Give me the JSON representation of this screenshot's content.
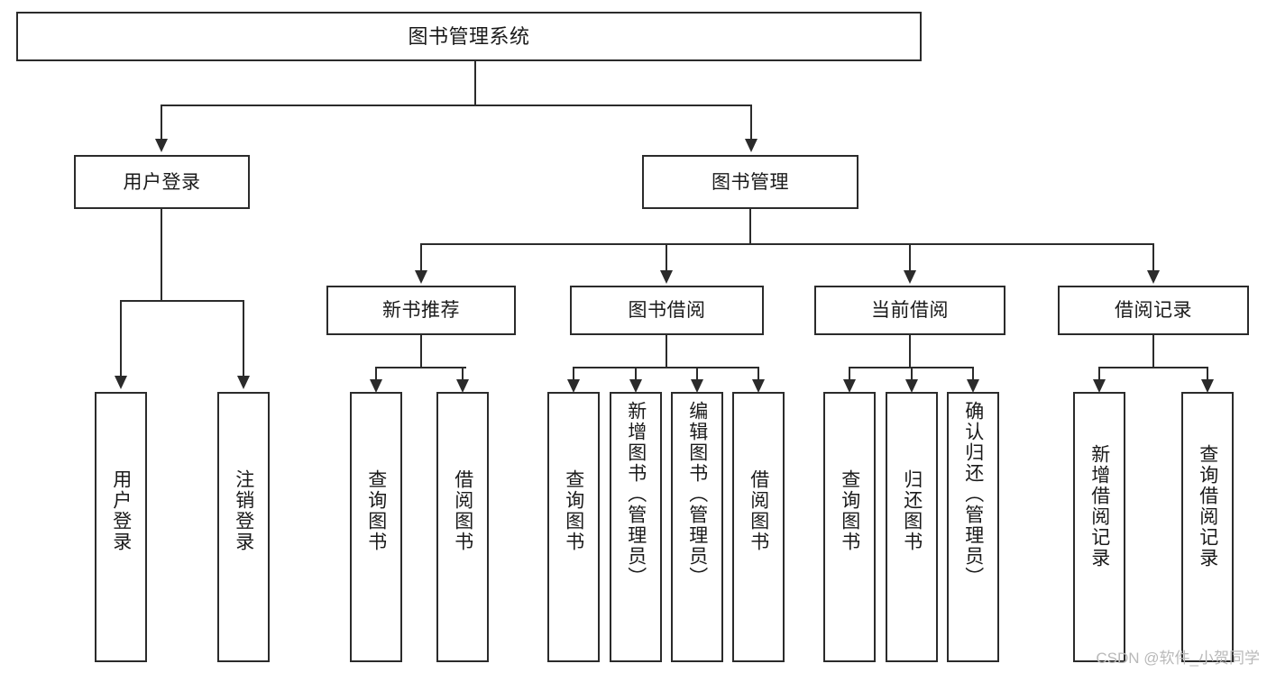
{
  "diagram": {
    "kind": "tree-hierarchy-chart",
    "root": {
      "label": "图书管理系统"
    },
    "level2": [
      {
        "label": "用户登录"
      },
      {
        "label": "图书管理"
      }
    ],
    "level3": [
      {
        "label": "新书推荐"
      },
      {
        "label": "图书借阅"
      },
      {
        "label": "当前借阅"
      },
      {
        "label": "借阅记录"
      }
    ],
    "leaves": {
      "user_login": [
        {
          "label": "用户登录"
        },
        {
          "label": "注销登录"
        }
      ],
      "new_book_recommend": [
        {
          "label": "查询图书"
        },
        {
          "label": "借阅图书"
        }
      ],
      "book_borrow": [
        {
          "label": "查询图书"
        },
        {
          "label": "新增图书（管理员）"
        },
        {
          "label": "编辑图书（管理员）"
        },
        {
          "label": "借阅图书"
        }
      ],
      "current_borrow": [
        {
          "label": "查询图书"
        },
        {
          "label": "归还图书"
        },
        {
          "label": "确认归还（管理员）"
        }
      ],
      "borrow_record": [
        {
          "label": "新增借阅记录"
        },
        {
          "label": "查询借阅记录"
        }
      ]
    }
  },
  "watermark": {
    "text": "CSDN @软件_小贺同学"
  },
  "colors": {
    "stroke": "#2b2b2b",
    "background": "#ffffff",
    "text": "#1a1a1a",
    "watermark": "#b9b9b9"
  }
}
